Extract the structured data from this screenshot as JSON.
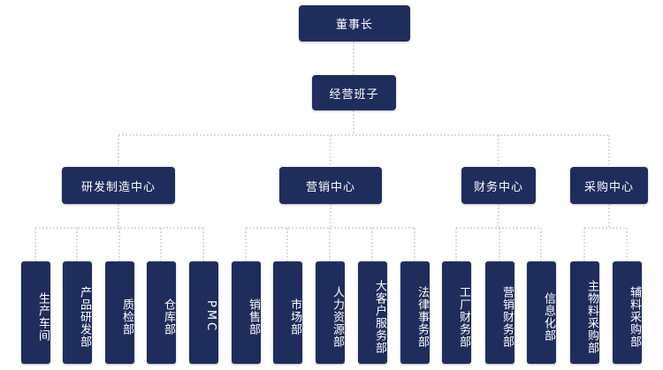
{
  "root": {
    "label": "董事长"
  },
  "board": {
    "label": "经营班子"
  },
  "centers": [
    {
      "label": "研发制造中心",
      "departments": [
        "生产车间",
        "产品研发部",
        "质检部",
        "仓库部",
        "PMC"
      ]
    },
    {
      "label": "营销中心",
      "departments": [
        "销售部",
        "市场部",
        "人力资源部",
        "大客户服务部",
        "法律事务部"
      ]
    },
    {
      "label": "财务中心",
      "departments": [
        "工厂财务部",
        "营销财务部",
        "信息化部"
      ]
    },
    {
      "label": "采购中心",
      "departments": [
        "主物料采购部",
        "辅料采购部"
      ]
    }
  ],
  "colors": {
    "box": "#1f2d5c",
    "connector": "#b9b9b9"
  }
}
